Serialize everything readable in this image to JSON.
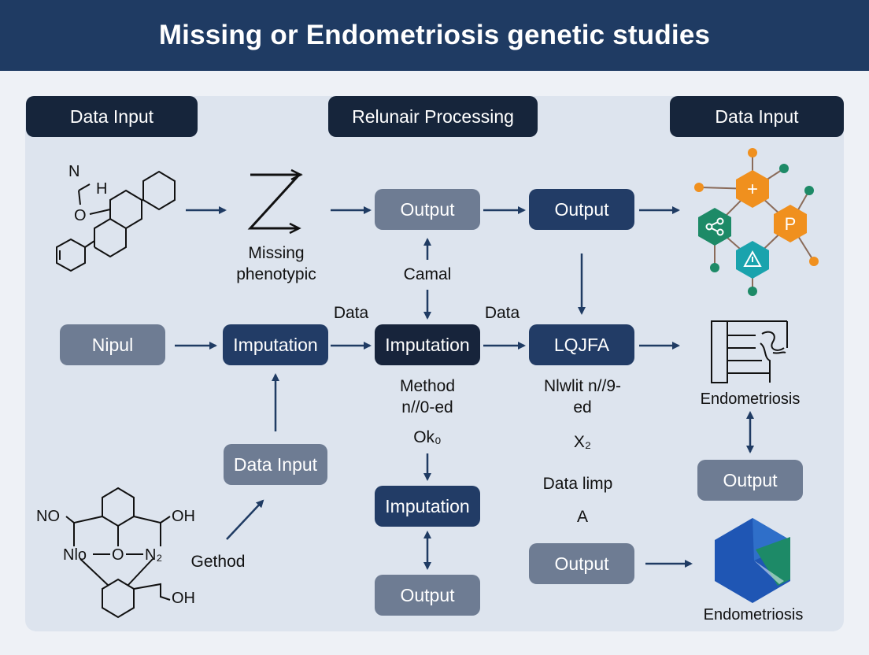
{
  "title": "Missing or Endometriosis genetic studies",
  "headers": {
    "left": "Data Input",
    "center": "Relunair Processing",
    "right": "Data Input"
  },
  "row1": {
    "output_a": "Output",
    "output_b": "Output",
    "missing_label": "Missing phenotypic",
    "camal_label": "Camal"
  },
  "row2": {
    "nipul": "Nipul",
    "imputation_a": "Imputation",
    "imputation_b": "Imputation",
    "lqjfa": "LQJFA",
    "data_left": "Data",
    "data_right": "Data",
    "endometriosis_label": "Endometriosis"
  },
  "row3": {
    "method_label": "Method n//0-ed",
    "nwlit_label": "Nlwlit n//9-ed",
    "ok_label": "Ok₀",
    "x2_label": "X₂",
    "data_input": "Data Input",
    "gethod_label": "Gethod",
    "imputation_c": "Imputation",
    "data_limp_label": "Data limp",
    "a_label": "A",
    "output_c": "Output",
    "output_d": "Output",
    "output_e": "Output",
    "endometriosis_bottom": "Endometriosis"
  },
  "molecule_bottom": {
    "no": "NO",
    "oh_top": "OH",
    "nio": "Nlo",
    "o": "O",
    "n2": "N₂",
    "oh_bottom": "OH"
  },
  "molecule_top": {
    "n": "N",
    "h": "H",
    "o": "O"
  },
  "network_icons": {
    "plus": "+",
    "p": "P"
  },
  "colors": {
    "header_bg": "#1f3b63",
    "panel_bg": "#dde4ee",
    "navy_box": "#223c66",
    "gray_box": "#6e7c93",
    "orange": "#f0901e",
    "green": "#1d8a67",
    "teal": "#1aa3ad",
    "blue": "#1f56b4"
  }
}
